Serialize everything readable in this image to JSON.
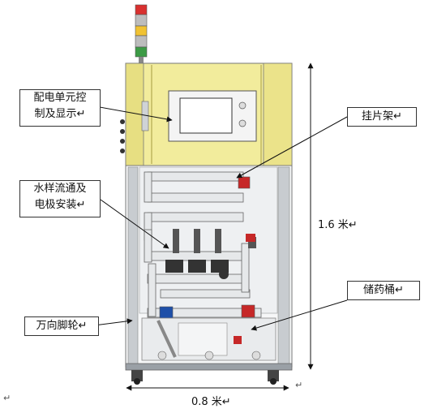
{
  "callouts": {
    "control_unit": {
      "line1": "配电单元控",
      "line2": "制及显示↵"
    },
    "rack": {
      "text": "挂片架↵"
    },
    "water_flow": {
      "line1": "水样流通及",
      "line2": "电极安装↵"
    },
    "tank": {
      "text": "储药桶↵"
    },
    "casters": {
      "text": "万向脚轮↵"
    }
  },
  "dimensions": {
    "height": "1.6 米↵",
    "width": "0.8 米↵"
  },
  "paragraph_marks": {
    "left": "↵",
    "right": "↵"
  },
  "colors": {
    "cabinet_top": "#f2ec9c",
    "cabinet_top_dark": "#d8cf6a",
    "frame": "#bfc3c8",
    "panel": "#eef0f2",
    "pipe": "#e6e8ea",
    "valve_red": "#c62828",
    "valve_blue": "#1e4fa8",
    "light_red": "#d9302f",
    "light_yellow": "#f1c232",
    "light_green": "#3c9b45"
  }
}
